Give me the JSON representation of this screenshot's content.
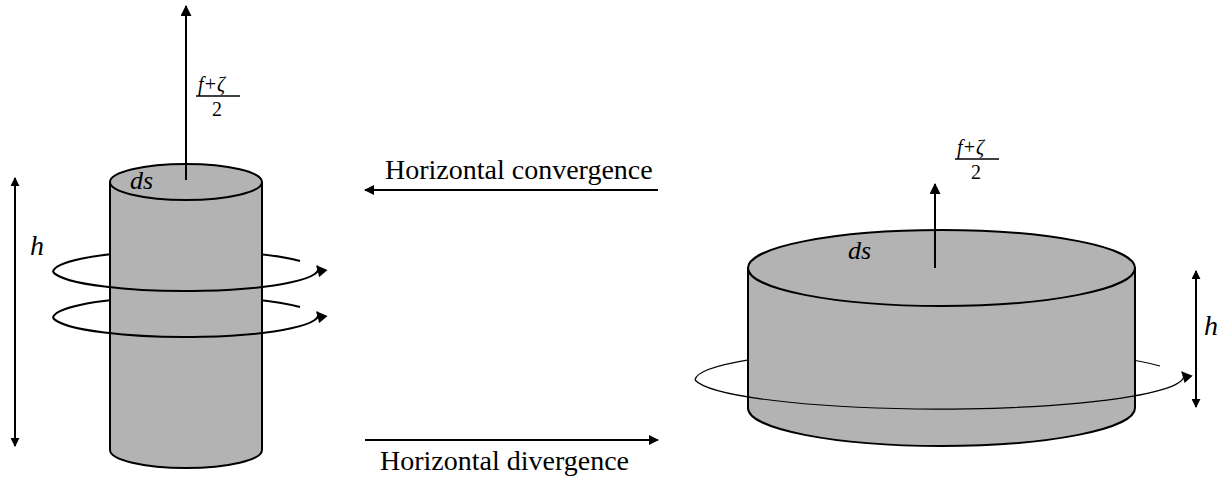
{
  "diagram": {
    "nodes": [
      {
        "text": [
          "ds"
        ]
      },
      {
        "text": [
          "ds"
        ]
      }
    ],
    "edges": [
      {
        "from": 1,
        "to": 0,
        "arrow": "to",
        "label": "Horizontal convergence"
      },
      {
        "from": 0,
        "to": 1,
        "arrow": "to",
        "label": "Horizontal divergence"
      }
    ],
    "labels": [
      "f+ζ",
      "2",
      "f+ζ",
      "2",
      "h",
      "h"
    ]
  }
}
